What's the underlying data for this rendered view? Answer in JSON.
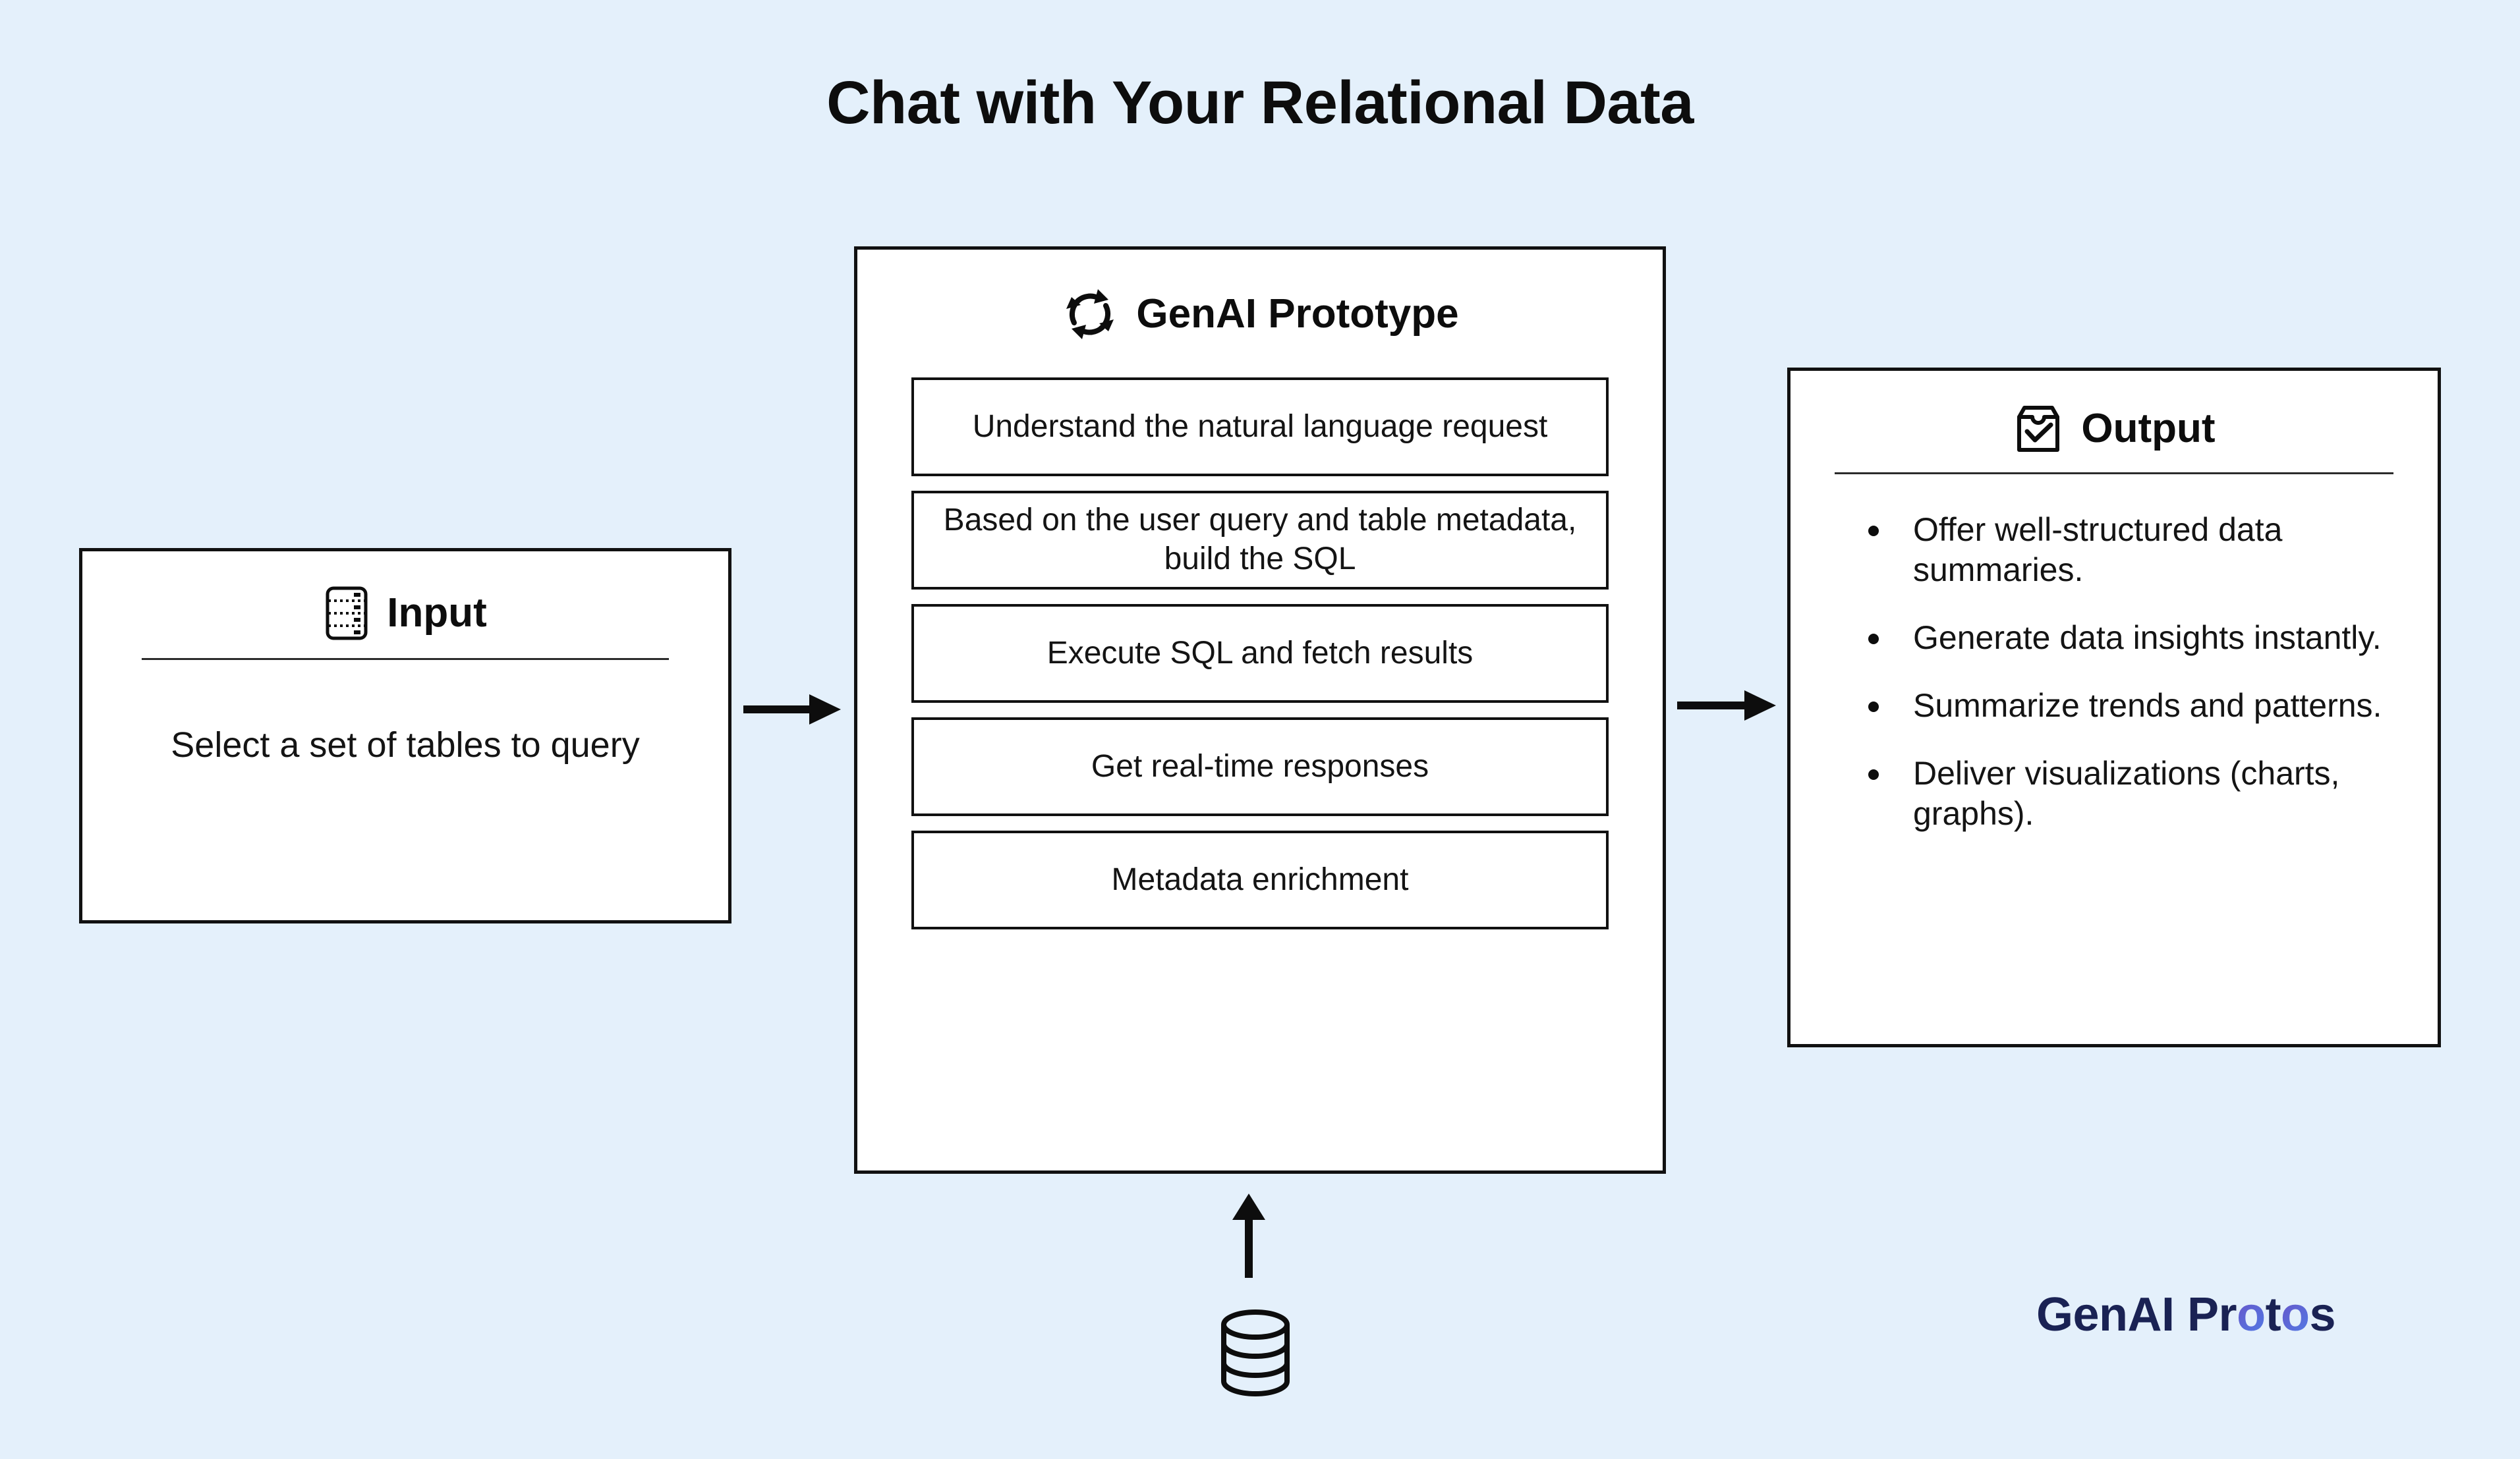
{
  "page": {
    "title": "Chat with Your Relational Data",
    "background_color": "#e4f0fb",
    "text_color": "#141414",
    "border_color": "#111111"
  },
  "input_panel": {
    "icon": "table-rows-icon",
    "title": "Input",
    "body": "Select a set of tables to query"
  },
  "prototype_panel": {
    "icon": "refresh-cycle-icon",
    "title": "GenAI Prototype",
    "steps": [
      "Understand the natural language request",
      "Based on the user query and table metadata, build the SQL",
      "Execute SQL and fetch results",
      "Get real-time responses",
      "Metadata enrichment"
    ]
  },
  "output_panel": {
    "icon": "inbox-check-icon",
    "title": "Output",
    "bullets": [
      "Offer well-structured data summaries.",
      "Generate data insights instantly.",
      "Summarize trends and patterns.",
      "Deliver visualizations (charts, graphs)."
    ]
  },
  "connectors": {
    "input_to_prototype": "arrow-right-icon",
    "prototype_to_output": "arrow-right-icon",
    "database_to_prototype": "arrow-up-icon",
    "database": "database-cylinder-icon"
  },
  "brand": {
    "text_part_1": "GenAI Pr",
    "text_o_1": "o",
    "text_part_2": "t",
    "text_o_2": "o",
    "text_part_3": "s",
    "dark_color": "#1a2254",
    "gradient_from": "#6b4fc4",
    "gradient_to": "#4f7fe8"
  }
}
